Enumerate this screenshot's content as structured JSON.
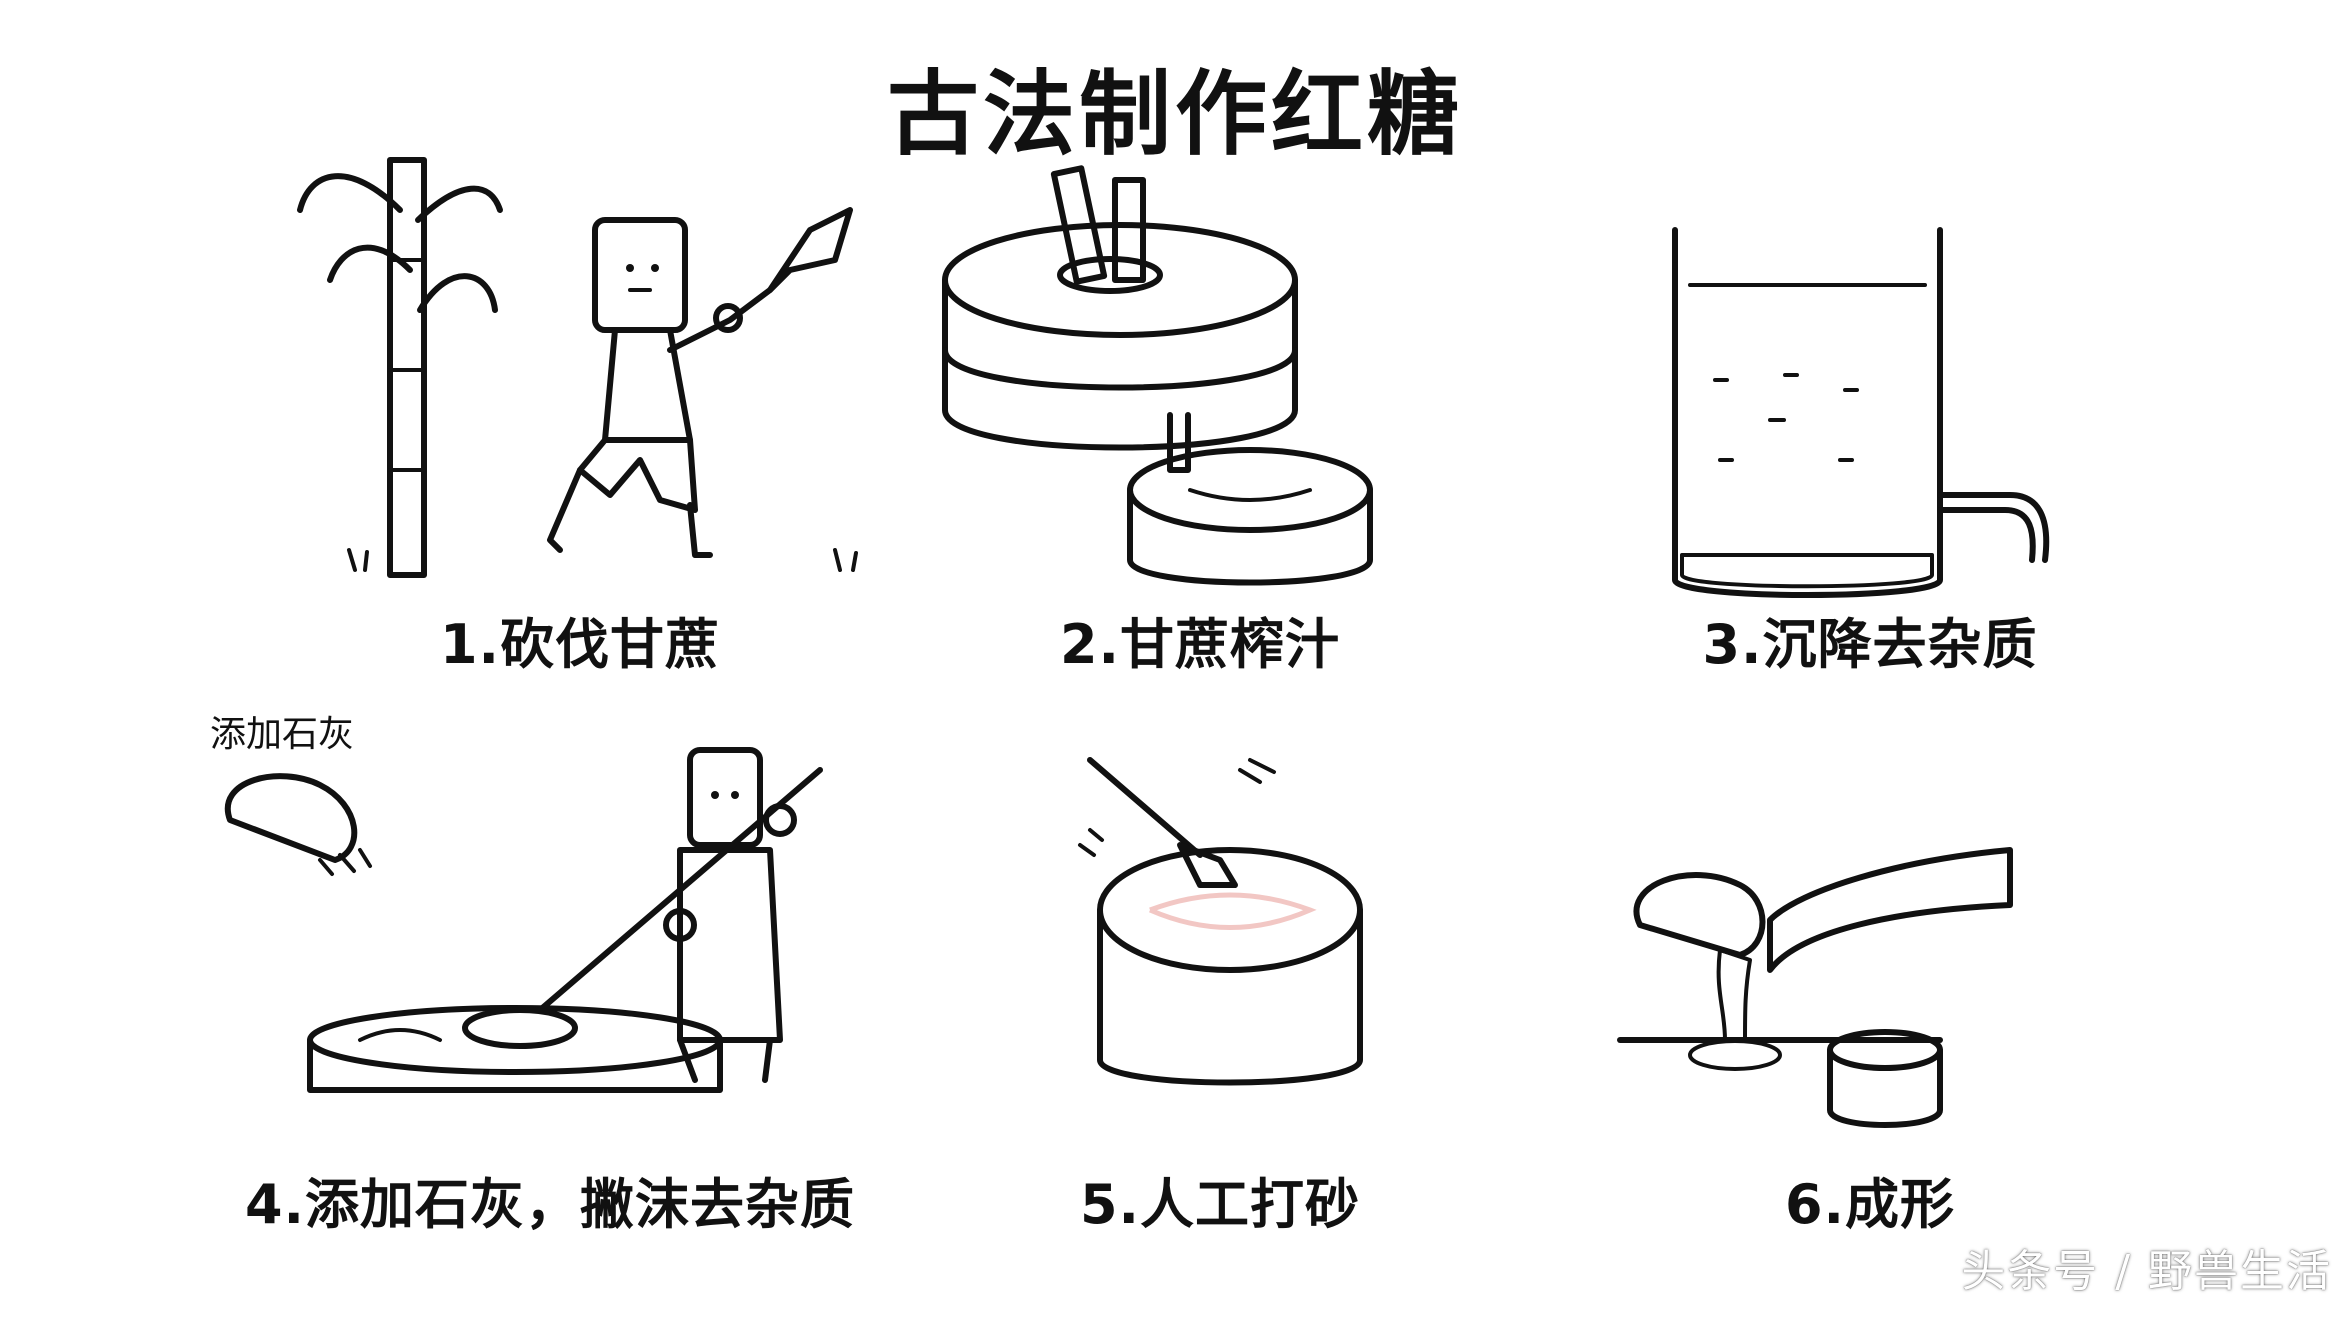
{
  "title": "古法制作红糖",
  "steps": [
    {
      "label": "1.砍伐甘蔗"
    },
    {
      "label": "2.甘蔗榨汁"
    },
    {
      "label": "3.沉降去杂质"
    },
    {
      "label": "4.添加石灰，撇沫去杂质",
      "note": "添加石灰"
    },
    {
      "label": "5.人工打砂"
    },
    {
      "label": "6.成形"
    }
  ],
  "watermark": "头条号 / 野兽生活",
  "colors": {
    "cane_pink": "#f2c7c4",
    "sugar_brown": "#9a4f48",
    "pants_brown": "#a0524c",
    "stone_gray": "#f1f1f1",
    "line": "#111111"
  }
}
